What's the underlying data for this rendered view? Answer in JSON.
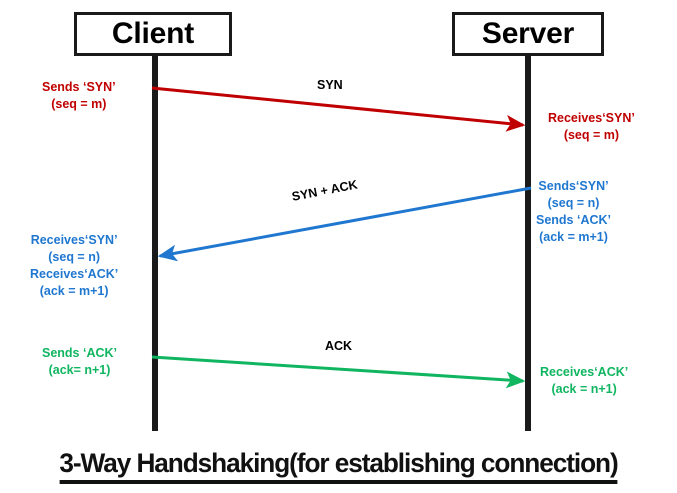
{
  "diagram": {
    "title": "3-Way Handshaking(for establishing connection)",
    "participants": {
      "client": "Client",
      "server": "Server"
    },
    "colors": {
      "syn": "#c00000",
      "syn_ack": "#1f77d0",
      "ack": "#10b560",
      "lifeline": "#1a1a1a"
    },
    "messages": [
      {
        "name": "syn",
        "label": "SYN",
        "direction": "client-to-server",
        "color": "#c00000"
      },
      {
        "name": "syn-ack",
        "label": "SYN + ACK",
        "direction": "server-to-client",
        "color": "#1f77d0"
      },
      {
        "name": "ack",
        "label": "ACK",
        "direction": "client-to-server",
        "color": "#10b560"
      }
    ],
    "notes": {
      "client_syn": {
        "line1": "Sends ‘SYN’",
        "line2": "(seq = m)"
      },
      "server_syn": {
        "line1": "Receives‘SYN’",
        "line2": "(seq = m)"
      },
      "server_syn_ack": {
        "line1": "Sends‘SYN’",
        "line2": "(seq = n)",
        "line3": "Sends ‘ACK’",
        "line4": "(ack = m+1)"
      },
      "client_syn_ack": {
        "line1": "Receives‘SYN’",
        "line2": "(seq = n)",
        "line3": "Receives‘ACK’",
        "line4": "(ack = m+1)"
      },
      "client_ack": {
        "line1": "Sends ‘ACK’",
        "line2": "(ack= n+1)"
      },
      "server_ack": {
        "line1": "Receives‘ACK’",
        "line2": "(ack = n+1)"
      }
    }
  }
}
